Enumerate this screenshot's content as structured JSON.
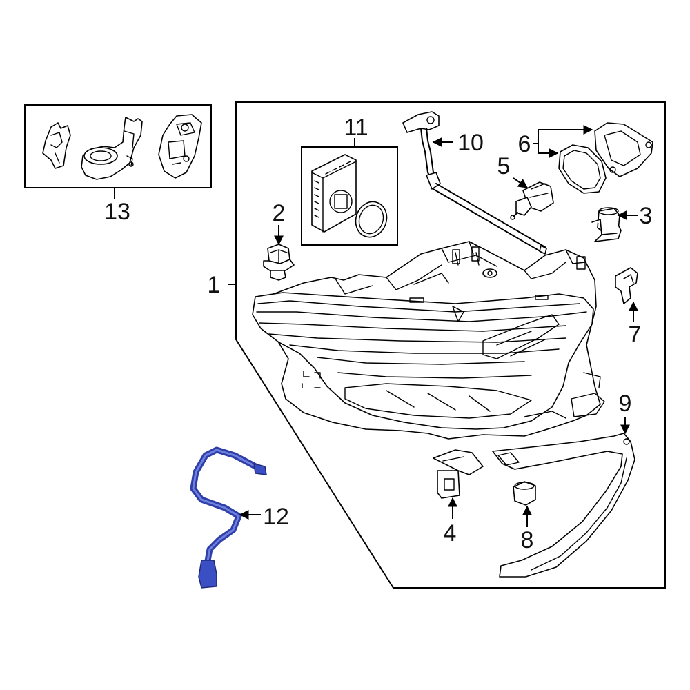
{
  "callouts": {
    "c1": "1",
    "c2": "2",
    "c3": "3",
    "c4": "4",
    "c5": "5",
    "c6": "6",
    "c7": "7",
    "c8": "8",
    "c9": "9",
    "c10": "10",
    "c11": "11",
    "c12": "12",
    "c13": "13"
  },
  "colors": {
    "highlight_part": "#3b4fc4",
    "line": "#000000",
    "background": "#ffffff"
  }
}
